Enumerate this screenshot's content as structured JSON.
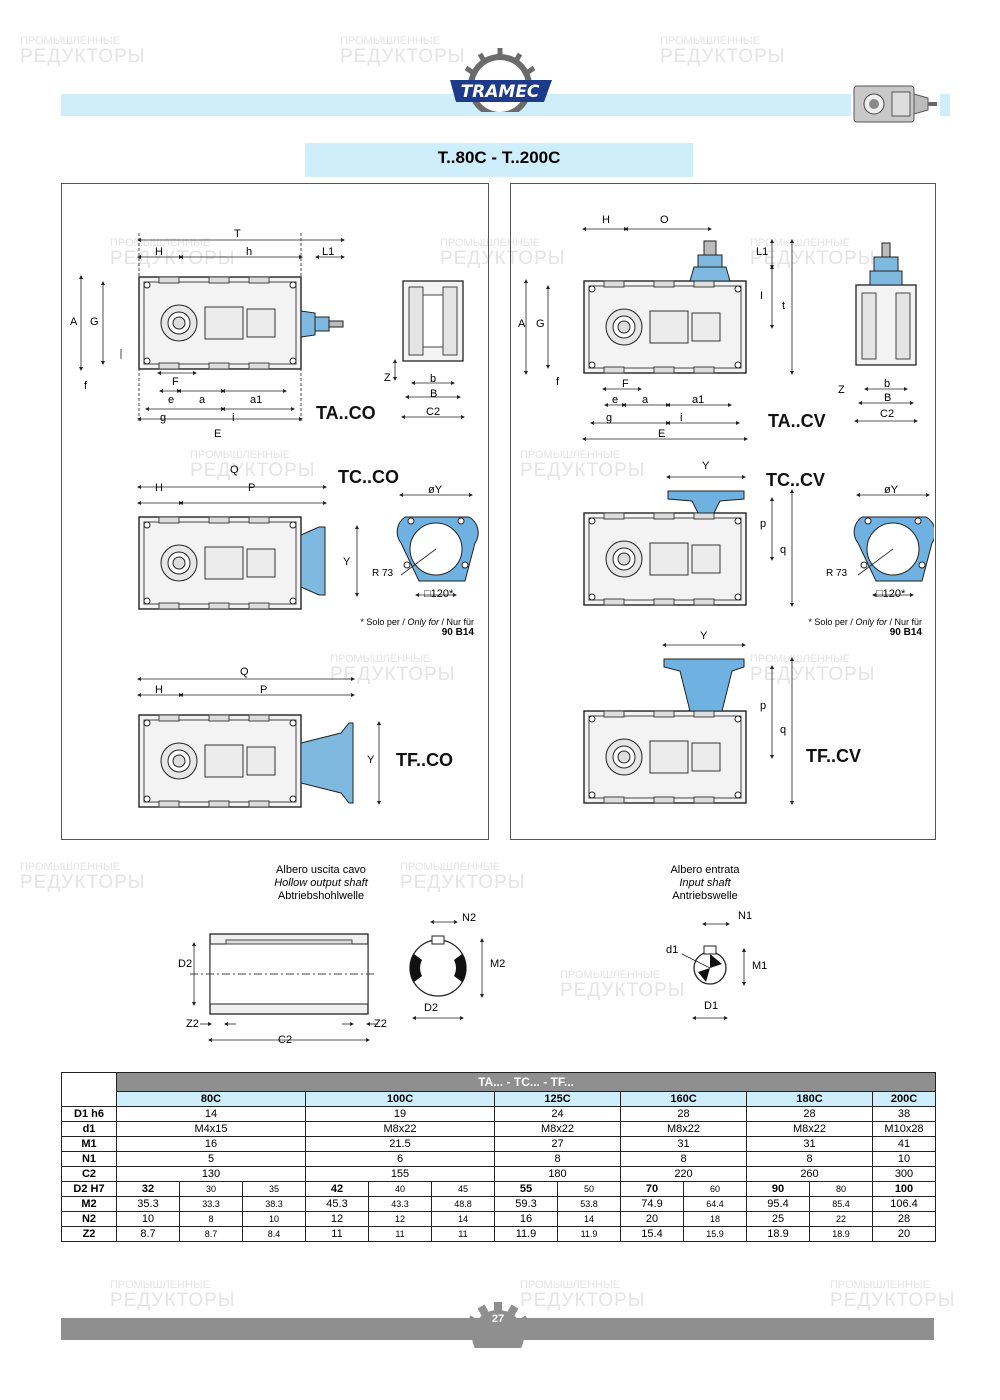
{
  "watermark": {
    "line1": "ПРОМЫШЛЕННЫЕ",
    "line2": "РЕДУКТОРЫ"
  },
  "brand": {
    "logo_text": "TRAMEC",
    "accent": "#1e3a8a",
    "band_color": "#cdeefa"
  },
  "page_title": "T..80C - T..200C",
  "left_panel": {
    "labels": {
      "T": "T",
      "H": "H",
      "h": "h",
      "L1": "L1",
      "A": "A",
      "G": "G",
      "f": "f",
      "F": "F",
      "e": "e",
      "a": "a",
      "a1": "a1",
      "g": "g",
      "i": "i",
      "E": "E",
      "Z": "Z",
      "b": "b",
      "B": "B",
      "C2": "C2",
      "Q": "Q",
      "P": "P",
      "Y": "Y",
      "oY": "øY",
      "R73": "R 73",
      "sq": "□120*"
    },
    "models": [
      "TA..CO",
      "TC..CO",
      "TF..CO"
    ],
    "note_prefix": "* Solo per /",
    "note_en": "Only for",
    "note_de": "/ Nur für",
    "note_model": "90 B14"
  },
  "right_panel": {
    "labels": {
      "H": "H",
      "O": "O",
      "L1": "L1",
      "I": "I",
      "t": "t",
      "A": "A",
      "G": "G",
      "f": "f",
      "F": "F",
      "e": "e",
      "a": "a",
      "a1": "a1",
      "g": "g",
      "i": "i",
      "E": "E",
      "Z": "Z",
      "b": "b",
      "B": "B",
      "C2": "C2",
      "Y": "Y",
      "p": "p",
      "q": "q",
      "oY": "øY",
      "R73": "R 73",
      "sq": "□120*"
    },
    "models": [
      "TA..CV",
      "TC..CV",
      "TF..CV"
    ],
    "note_prefix": "* Solo per /",
    "note_en": "Only for",
    "note_de": "/ Nur für",
    "note_model": "90 B14"
  },
  "hollow_shaft": {
    "it": "Albero uscita cavo",
    "en": "Hollow output shaft",
    "de": "Abtriebshohlwelle",
    "labels": {
      "D2": "D2",
      "Z2": "Z2",
      "C2": "C2",
      "N2": "N2",
      "M2": "M2"
    }
  },
  "input_shaft": {
    "it": "Albero entrata",
    "en": "Input shaft",
    "de": "Antriebswelle",
    "labels": {
      "N1": "N1",
      "d1": "d1",
      "M1": "M1",
      "D1": "D1"
    }
  },
  "table": {
    "title": "TA... - TC... - TF...",
    "sizes": [
      "80C",
      "100C",
      "125C",
      "160C",
      "180C",
      "200C"
    ],
    "rows": [
      {
        "label": "D1 h6",
        "values": [
          "14",
          "19",
          "24",
          "28",
          "28",
          "38"
        ]
      },
      {
        "label": "d1",
        "values": [
          "M4x15",
          "M8x22",
          "M8x22",
          "M8x22",
          "M8x22",
          "M10x28"
        ]
      },
      {
        "label": "M1",
        "values": [
          "16",
          "21.5",
          "27",
          "31",
          "31",
          "41"
        ]
      },
      {
        "label": "N1",
        "values": [
          "5",
          "6",
          "8",
          "8",
          "8",
          "10"
        ]
      },
      {
        "label": "C2",
        "values": [
          "130",
          "155",
          "180",
          "220",
          "260",
          "300"
        ]
      }
    ],
    "detail_rows": [
      {
        "label": "D2 H7",
        "values": [
          "32",
          "30",
          "35",
          "42",
          "40",
          "45",
          "55",
          "50",
          "70",
          "60",
          "90",
          "80",
          "100"
        ]
      },
      {
        "label": "M2",
        "values": [
          "35.3",
          "33.3",
          "38.3",
          "45.3",
          "43.3",
          "48.8",
          "59.3",
          "53.8",
          "74.9",
          "64.4",
          "95.4",
          "85.4",
          "106.4"
        ]
      },
      {
        "label": "N2",
        "values": [
          "10",
          "8",
          "10",
          "12",
          "12",
          "14",
          "16",
          "14",
          "20",
          "18",
          "25",
          "22",
          "28"
        ]
      },
      {
        "label": "Z2",
        "values": [
          "8.7",
          "8.7",
          "8.4",
          "11",
          "11",
          "11",
          "11.9",
          "11.9",
          "15.4",
          "15.9",
          "18.9",
          "18.9",
          "20"
        ]
      }
    ]
  },
  "page_number": "27"
}
